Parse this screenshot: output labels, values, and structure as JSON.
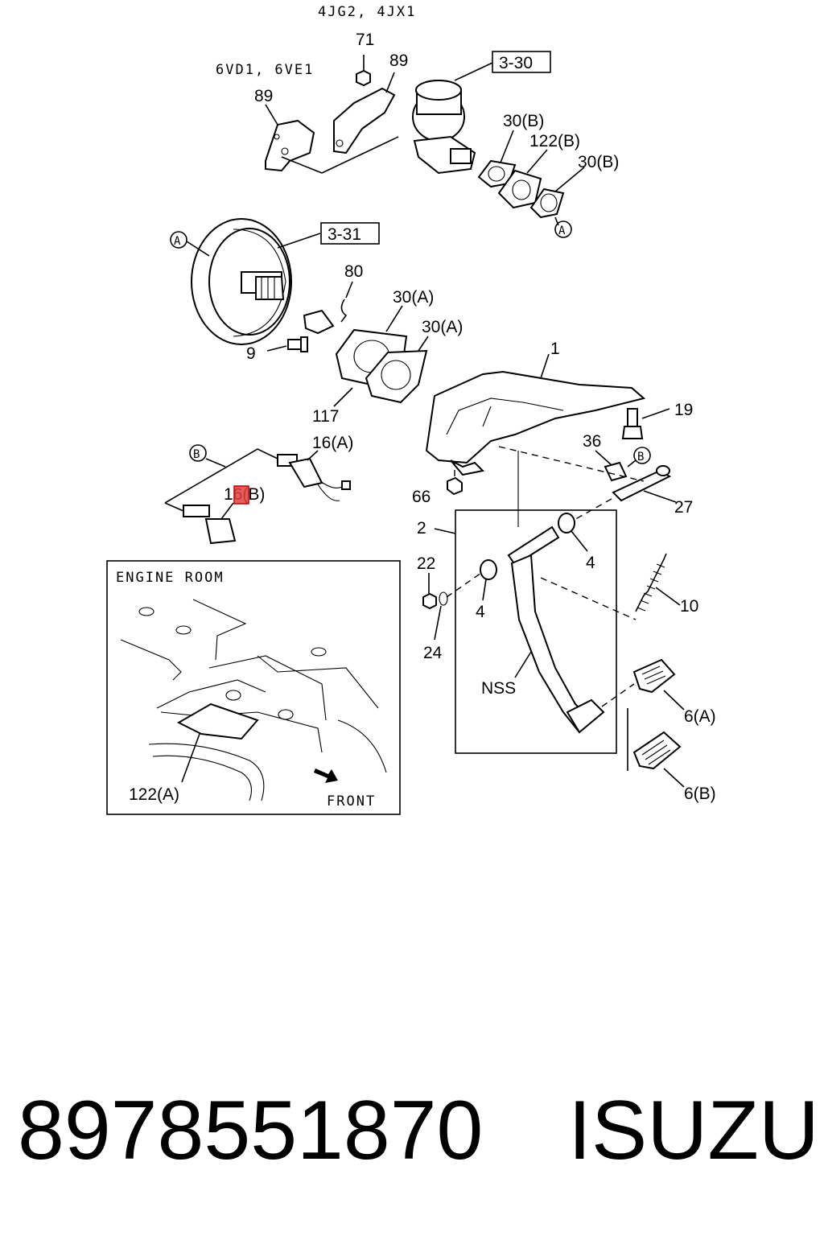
{
  "engine_labels": {
    "top": "4JG2, 4JX1",
    "left": "6VD1, 6VE1"
  },
  "refs": {
    "ref_330": "3-30",
    "ref_331": "3-31"
  },
  "callouts": {
    "c71": "71",
    "c89a": "89",
    "c89b": "89",
    "c30b1": "30(B)",
    "c122b": "122(B)",
    "c30b2": "30(B)",
    "cA1": "A",
    "cA2": "A",
    "c80": "80",
    "c30a1": "30(A)",
    "c30a2": "30(A)",
    "c9": "9",
    "c117": "117",
    "c1": "1",
    "c19": "19",
    "c36": "36",
    "cB1": "B",
    "cB2": "B",
    "c16a": "16(A)",
    "c16b": "16(B)",
    "c66": "66",
    "c27": "27",
    "c2": "2",
    "c4a": "4",
    "c4b": "4",
    "c22": "22",
    "c24": "24",
    "c10": "10",
    "cNSS": "NSS",
    "c6a": "6(A)",
    "c6b": "6(B)"
  },
  "inset": {
    "title": "ENGINE ROOM",
    "part": "122(A)",
    "front": "FRONT"
  },
  "footer": {
    "part_number": "8978551870",
    "brand": "ISUZU"
  }
}
